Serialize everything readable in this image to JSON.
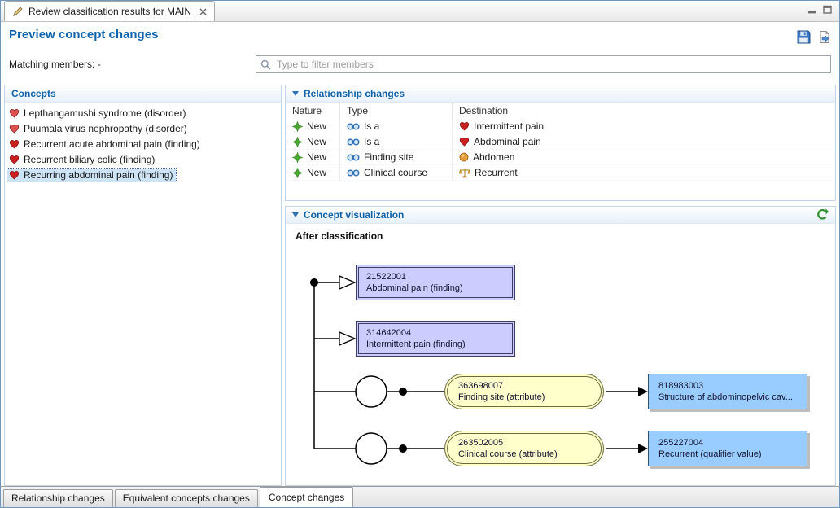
{
  "editor_tab": {
    "title": "Review classification results for MAIN"
  },
  "header": {
    "title": "Preview concept changes"
  },
  "filter": {
    "label": "Matching members: -",
    "placeholder": "Type to filter members"
  },
  "concepts": {
    "title": "Concepts",
    "selected_index": 4,
    "items": [
      {
        "label": "Lepthangamushi syndrome (disorder)"
      },
      {
        "label": "Puumala virus nephropathy (disorder)"
      },
      {
        "label": "Recurrent acute abdominal pain (finding)"
      },
      {
        "label": "Recurrent biliary colic (finding)"
      },
      {
        "label": "Recurring abdominal pain (finding)"
      }
    ]
  },
  "relationship_changes": {
    "title": "Relationship changes",
    "columns": [
      "Nature",
      "Type",
      "Destination"
    ],
    "rows": [
      {
        "nature": "New",
        "type": "Is a",
        "destination": "Intermittent pain",
        "destination_icon": "heart-icon"
      },
      {
        "nature": "New",
        "type": "Is a",
        "destination": "Abdominal pain",
        "destination_icon": "heart-icon"
      },
      {
        "nature": "New",
        "type": "Finding site",
        "destination": "Abdomen",
        "destination_icon": "body-structure-icon"
      },
      {
        "nature": "New",
        "type": "Clinical course",
        "destination": "Recurrent",
        "destination_icon": "scales-icon"
      }
    ]
  },
  "visualization": {
    "title": "Concept visualization",
    "subtitle": "After classification",
    "isa_nodes": [
      {
        "id": "21522001",
        "label": "Abdominal pain (finding)"
      },
      {
        "id": "314642004",
        "label": "Intermittent pain (finding)"
      }
    ],
    "attribute_rows": [
      {
        "attr_id": "363698007",
        "attr_label": "Finding site (attribute)",
        "dest_id": "818983003",
        "dest_label": "Structure of abdominopelvic cav..."
      },
      {
        "attr_id": "263502005",
        "attr_label": "Clinical course (attribute)",
        "dest_id": "255227004",
        "dest_label": "Recurrent (qualifier value)"
      }
    ]
  },
  "bottom_tabs": [
    {
      "label": "Relationship changes"
    },
    {
      "label": "Equivalent concepts changes"
    },
    {
      "label": "Concept changes"
    }
  ],
  "active_bottom_tab": 2,
  "icons": {
    "editor_tab": "pencil-icon",
    "tab_close": "close-icon",
    "view_controls": [
      "minimize-icon",
      "maximize-icon"
    ],
    "header_actions": [
      "save-icon",
      "export-icon"
    ],
    "filter": "search-icon",
    "concept_list": "heart-icon",
    "nature": "new-star-icon",
    "relationship_type": "rings-icon",
    "visualization_action": "revert-icon",
    "section_twistie": "collapse-triangle-icon"
  },
  "colors": {
    "accent_blue": "#0f62a8",
    "selection_bg": "#cde4f7",
    "isa_box_bg": "#ccccff",
    "attr_box_bg": "#ffffcc",
    "dest_box_bg": "#99ccff"
  }
}
